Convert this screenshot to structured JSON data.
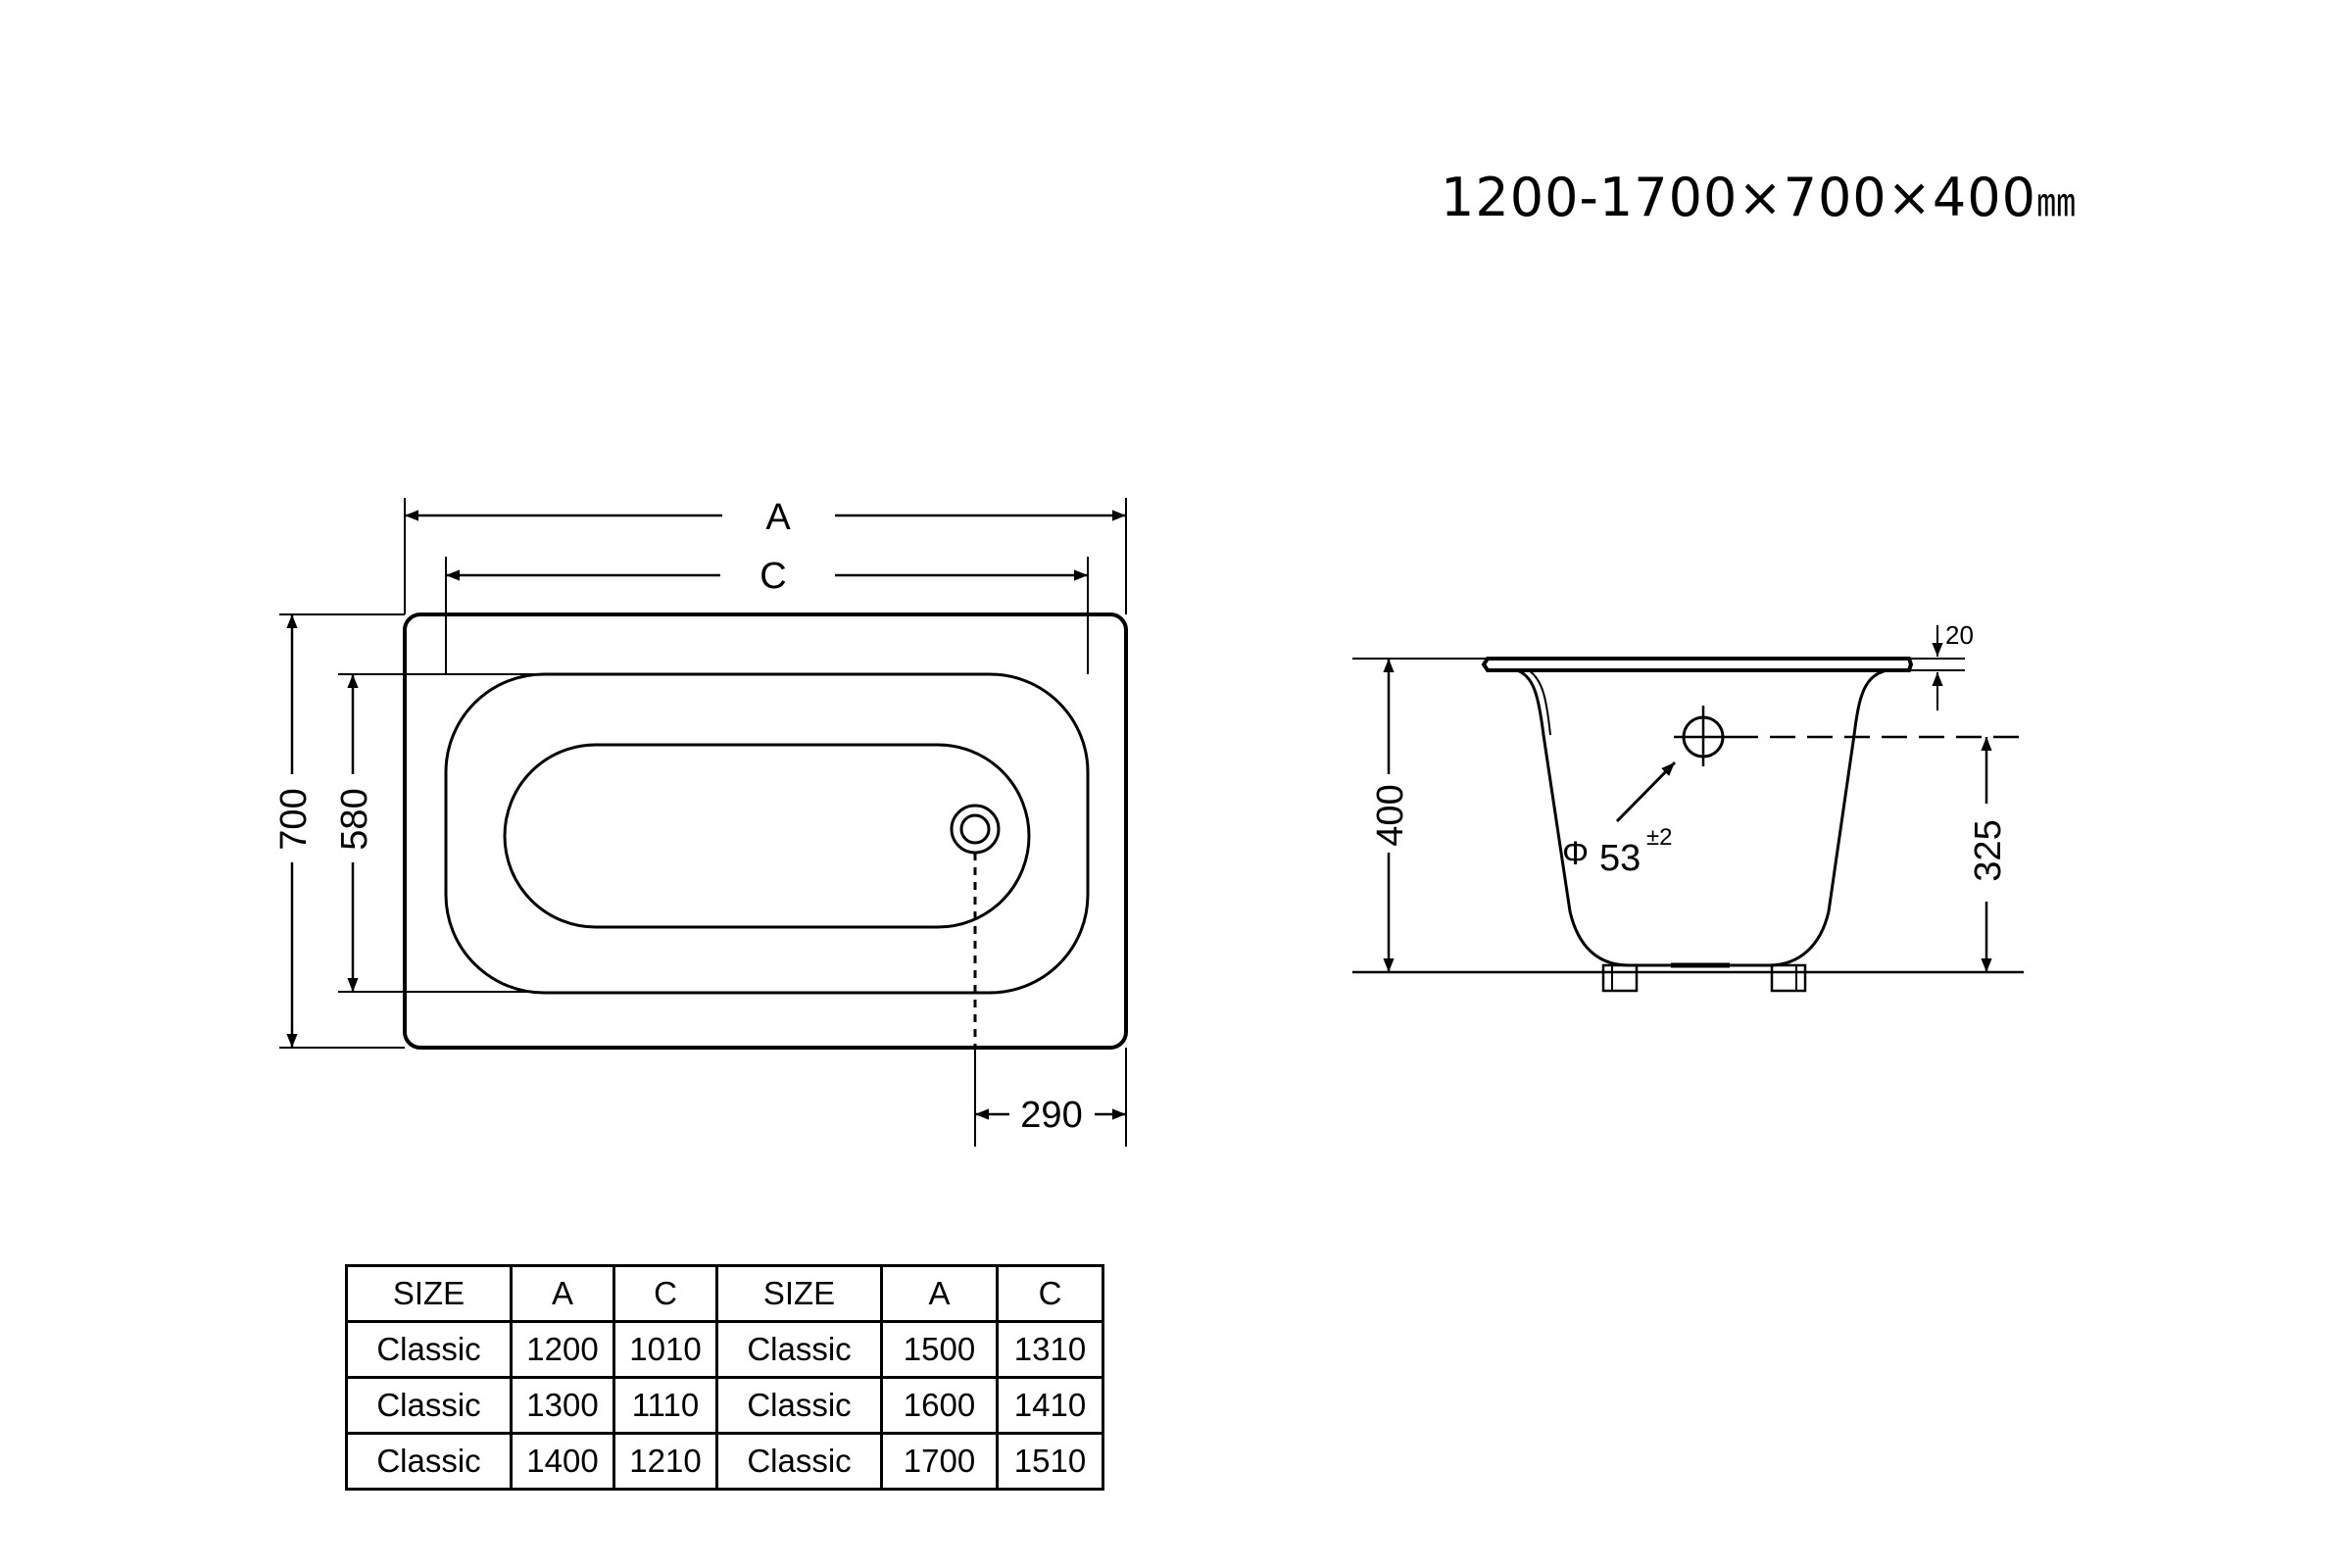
{
  "title": {
    "text": "1200-1700×700×400",
    "unit": "㎜"
  },
  "plan_view": {
    "label_a": "A",
    "label_c": "C",
    "dim_outer_width": "700",
    "dim_inner_width": "580",
    "dim_drain_offset": "290"
  },
  "side_view": {
    "dim_height": "400",
    "dim_rim": "20",
    "dim_overflow_height": "325",
    "overflow_symbol": "Φ",
    "overflow_diameter": "53",
    "overflow_tolerance": "±2"
  },
  "size_table": {
    "headers": [
      "SIZE",
      "A",
      "C",
      "SIZE",
      "A",
      "C"
    ],
    "rows": [
      [
        "Classic",
        "1200",
        "1010",
        "Classic",
        "1500",
        "1310"
      ],
      [
        "Classic",
        "1300",
        "1110",
        "Classic",
        "1600",
        "1410"
      ],
      [
        "Classic",
        "1400",
        "1210",
        "Classic",
        "1700",
        "1510"
      ]
    ]
  },
  "colors": {
    "line": "#000000",
    "background": "#ffffff"
  }
}
